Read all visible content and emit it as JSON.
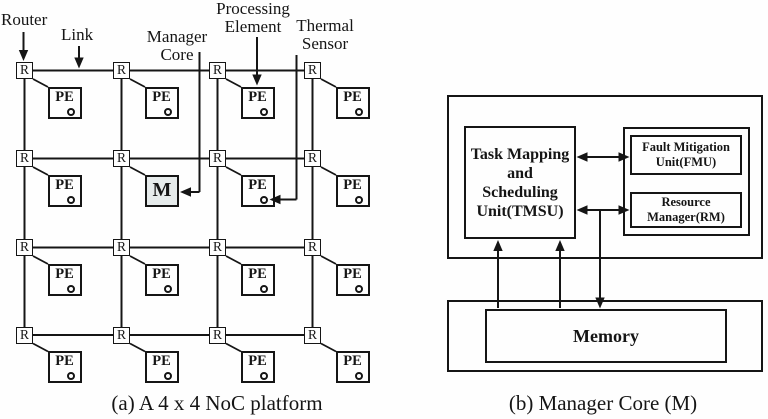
{
  "panel_a": {
    "caption": "(a) A 4 x 4 NoC platform",
    "annotations": {
      "router": "Router",
      "link": "Link",
      "manager_core_line1": "Manager",
      "manager_core_line2": "Core",
      "processing_element_line1": "Processing",
      "processing_element_line2": "Element",
      "thermal_sensor_line1": "Thermal",
      "thermal_sensor_line2": "Sensor"
    },
    "grid": {
      "rows": 4,
      "cols": 4,
      "router_label": "R",
      "pe_label": "PE",
      "manager_label": "M",
      "manager_row": 2,
      "manager_col": 2
    }
  },
  "panel_b": {
    "caption": "(b) Manager Core (M)",
    "tmsu_line1": "Task Mapping",
    "tmsu_line2": "and",
    "tmsu_line3": "Scheduling",
    "tmsu_line4": "Unit(TMSU)",
    "fmu_line1": "Fault Mitigation",
    "fmu_line2": "Unit(FMU)",
    "rm_line1": "Resource",
    "rm_line2": "Manager(RM)",
    "memory": "Memory"
  },
  "colors": {
    "ink": "#151515",
    "manager_fill": "#e6ebeb"
  }
}
